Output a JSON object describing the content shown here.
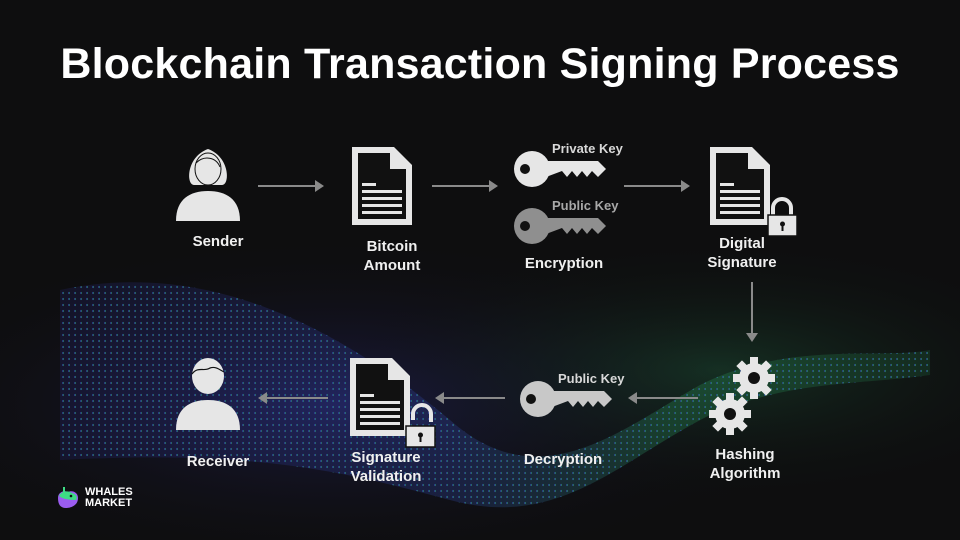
{
  "title": "Blockchain Transaction Signing Process",
  "nodes": {
    "sender": {
      "label": "Sender",
      "icon": "female-user-icon"
    },
    "bitcoin_amount": {
      "label_line1": "Bitcoin",
      "label_line2": "Amount",
      "icon": "document-icon"
    },
    "encryption": {
      "label": "Encryption",
      "icon": "keys-icon",
      "private_key_label": "Private Key",
      "public_key_label": "Public Key"
    },
    "digital_signature": {
      "label_line1": "Digital",
      "label_line2": "Signature",
      "icon": "document-locked-icon"
    },
    "hashing_algorithm": {
      "label_line1": "Hashing",
      "label_line2": "Algorithm",
      "icon": "gears-icon"
    },
    "decryption": {
      "label": "Decryption",
      "icon": "key-icon",
      "public_key_label": "Public Key"
    },
    "signature_validation": {
      "label_line1": "Signature",
      "label_line2": "Validation",
      "icon": "document-unlocked-icon"
    },
    "receiver": {
      "label": "Receiver",
      "icon": "male-user-icon"
    }
  },
  "flow": [
    [
      "Sender",
      "Bitcoin Amount"
    ],
    [
      "Bitcoin Amount",
      "Encryption"
    ],
    [
      "Encryption",
      "Digital Signature"
    ],
    [
      "Digital Signature",
      "Hashing Algorithm"
    ],
    [
      "Hashing Algorithm",
      "Decryption"
    ],
    [
      "Decryption",
      "Signature Validation"
    ],
    [
      "Signature Validation",
      "Receiver"
    ]
  ],
  "logo": {
    "line1": "WHALES",
    "line2": "MARKET"
  },
  "colors": {
    "background": "#0e0e0f",
    "icon": "#e6e6e6",
    "icon_muted": "#8f8f8f",
    "arrow": "#8a8a8a",
    "wave_blue": "#3b3bd6",
    "wave_green": "#2fb56a"
  }
}
